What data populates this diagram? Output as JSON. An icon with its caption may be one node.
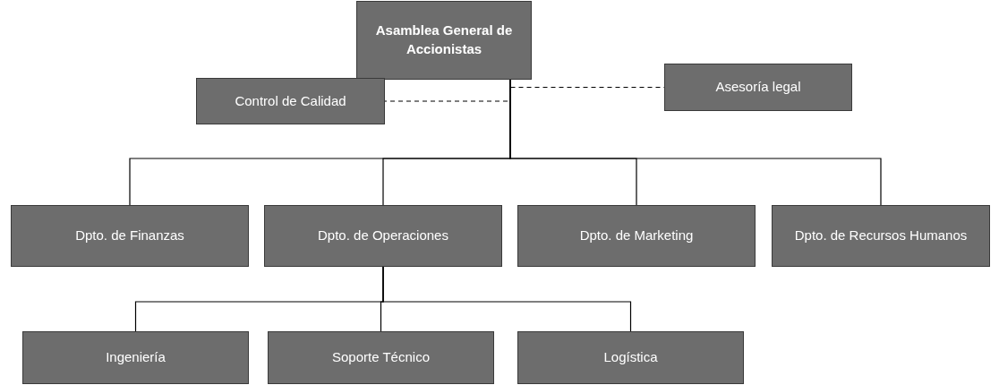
{
  "diagram": {
    "nodes": [
      {
        "text": [
          "Asamblea General de Accionistas"
        ]
      },
      {
        "text": [
          "Control de Calidad"
        ]
      },
      {
        "text": [
          "Asesoría legal"
        ]
      },
      {
        "text": [
          "Dpto. de Finanzas"
        ]
      },
      {
        "text": [
          "Dpto. de Operaciones"
        ]
      },
      {
        "text": [
          "Dpto. de Marketing"
        ]
      },
      {
        "text": [
          "Dpto. de Recursos Humanos"
        ]
      },
      {
        "text": [
          "Ingeniería"
        ]
      },
      {
        "text": [
          "Soporte Técnico"
        ]
      },
      {
        "text": [
          "Logística"
        ]
      }
    ],
    "edges": [
      {
        "from": 0,
        "to": 1,
        "arrow": "none",
        "style": "dashed"
      },
      {
        "from": 0,
        "to": 2,
        "arrow": "none",
        "style": "dashed"
      },
      {
        "from": 0,
        "to": 3,
        "arrow": "none"
      },
      {
        "from": 0,
        "to": 4,
        "arrow": "none"
      },
      {
        "from": 0,
        "to": 5,
        "arrow": "none"
      },
      {
        "from": 0,
        "to": 6,
        "arrow": "none"
      },
      {
        "from": 4,
        "to": 7,
        "arrow": "none"
      },
      {
        "from": 4,
        "to": 8,
        "arrow": "none"
      },
      {
        "from": 4,
        "to": 9,
        "arrow": "none"
      }
    ]
  }
}
